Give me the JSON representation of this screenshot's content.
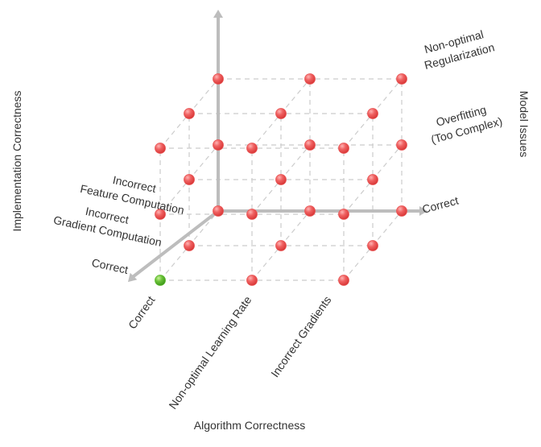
{
  "axes": {
    "algorithm": {
      "title": "Algorithm Correctness",
      "ticks": [
        "Correct",
        "Non-optimal Learning Rate",
        "Incorrect Gradients"
      ]
    },
    "implementation": {
      "title": "Implementation Correctness",
      "ticks": [
        [
          "Correct"
        ],
        [
          "Incorrect",
          "Gradient Computation"
        ],
        [
          "Incorrect",
          "Feature Computation"
        ]
      ]
    },
    "model": {
      "title": "Model Issues",
      "ticks": [
        [
          "Correct"
        ],
        [
          "Overfitting",
          "(Too Complex)"
        ],
        [
          "Non-optimal",
          "Regularization"
        ]
      ]
    }
  },
  "points": {
    "correct_label": "Correct",
    "incorrect_label": "Incorrect",
    "highlight": {
      "algorithm": 0,
      "implementation": 0,
      "model": 0
    }
  },
  "colors": {
    "correct": "#5cb82e",
    "incorrect": "#e85555",
    "grid": "#cccccc",
    "axis": "#bdbdbd",
    "text": "#333333"
  }
}
